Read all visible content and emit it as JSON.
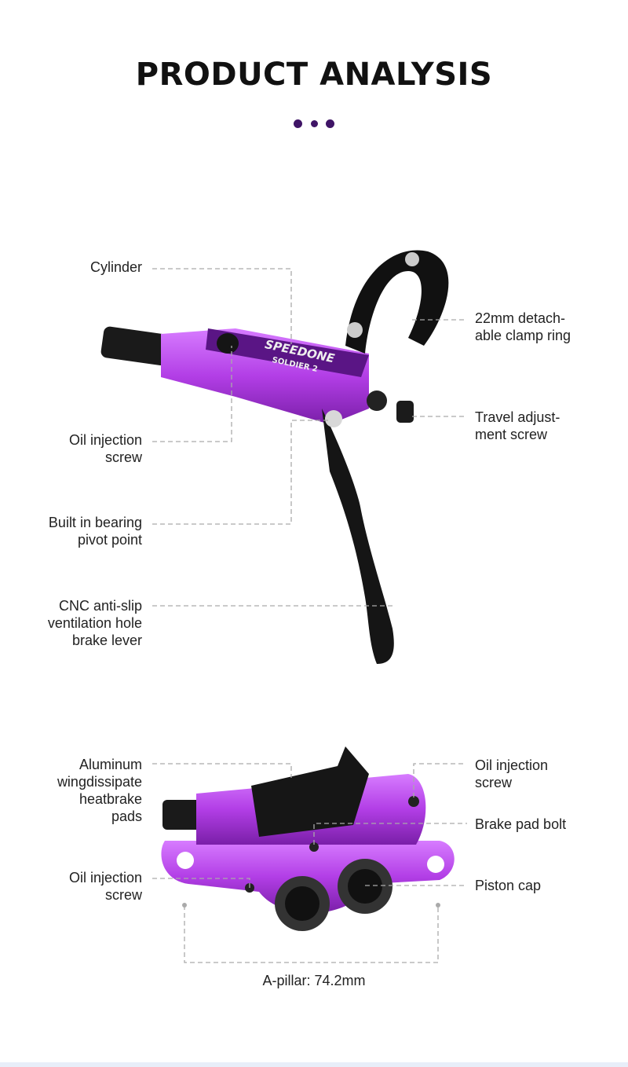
{
  "header": {
    "title": "PRODUCT ANALYSIS",
    "accent_color": "#3f1466"
  },
  "lever": {
    "brand_marking": "SPEEDONE",
    "model_marking": "SOLDIER 2",
    "labels": {
      "cylinder": "Cylinder",
      "oil_injection_screw": [
        "Oil injection",
        "screw"
      ],
      "bearing": [
        "Built in bearing",
        "pivot point"
      ],
      "cnc": [
        "CNC anti-slip",
        "ventilation hole",
        "brake lever"
      ],
      "clamp": [
        "22mm detach-",
        "able clamp ring"
      ],
      "travel": [
        "Travel adjust-",
        "ment screw"
      ]
    }
  },
  "caliper": {
    "labels": {
      "aluminum": [
        "Aluminum",
        "wingdissipate",
        "heatbrake",
        "pads"
      ],
      "oil_injection_right": [
        "Oil injection",
        "screw"
      ],
      "brake_pad_bolt": "Brake pad bolt",
      "oil_injection_left": [
        "Oil injection",
        "screw"
      ],
      "piston_cap": "Piston cap"
    },
    "dimension": "A-pillar: 74.2mm"
  },
  "product_color": "#b23ee6"
}
